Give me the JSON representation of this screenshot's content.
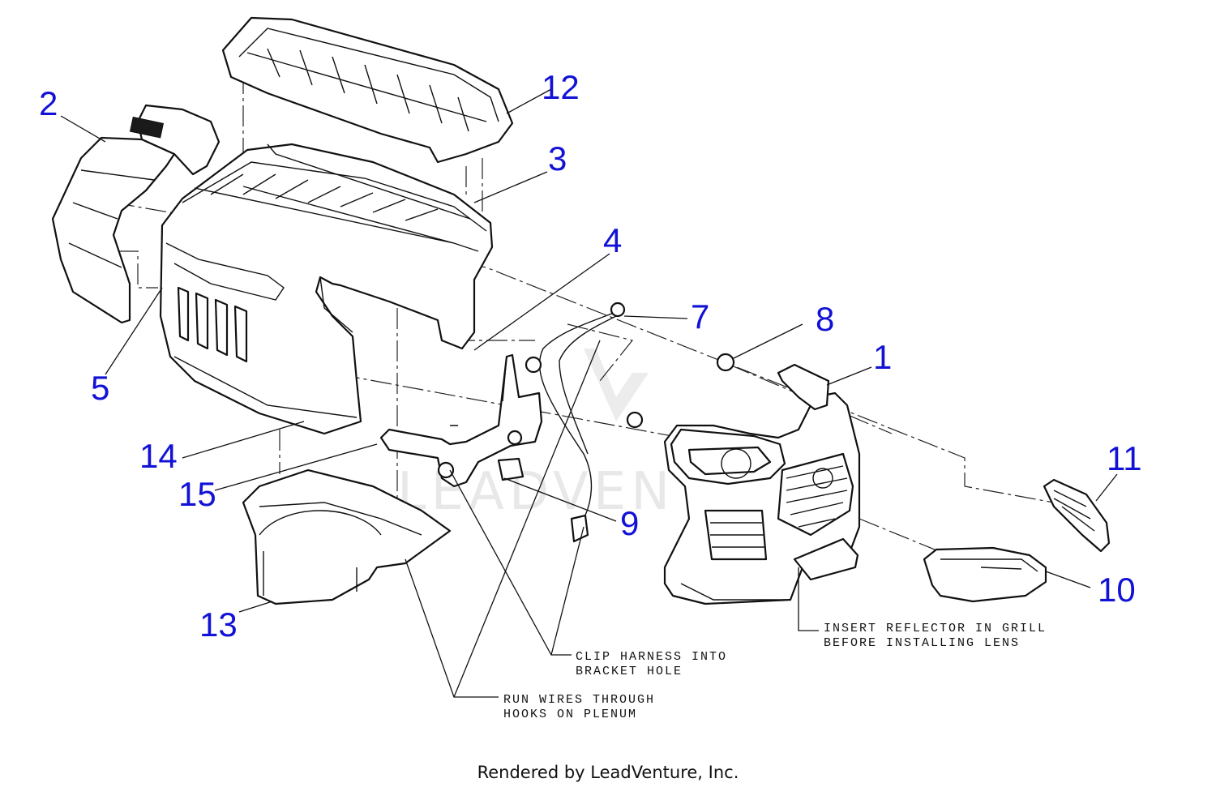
{
  "callouts": {
    "c1": "1",
    "c2": "2",
    "c3": "3",
    "c4": "4",
    "c5": "5",
    "c7": "7",
    "c8": "8",
    "c9": "9",
    "c10": "10",
    "c11": "11",
    "c12": "12",
    "c13": "13",
    "c14": "14",
    "c15": "15"
  },
  "notes": {
    "reflector_line1": "INSERT REFLECTOR IN GRILL",
    "reflector_line2": "BEFORE INSTALLING LENS",
    "clip_line1": "CLIP HARNESS INTO",
    "clip_line2": "BRACKET HOLE",
    "wires_line1": "RUN WIRES THROUGH",
    "wires_line2": "HOOKS ON PLENUM"
  },
  "watermark": "LEADVENTURE",
  "footer": "Rendered by LeadVenture, Inc.",
  "colors": {
    "callout": "#1212d6",
    "line": "#111111"
  }
}
